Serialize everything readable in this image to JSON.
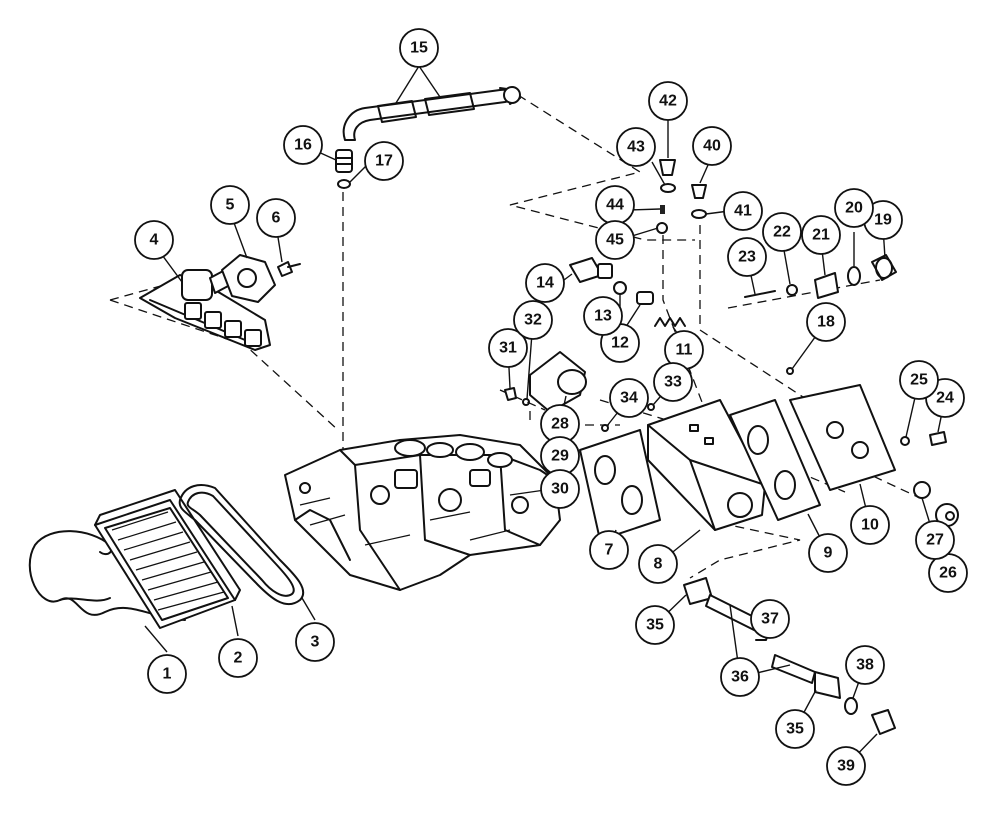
{
  "diagram": {
    "callouts": [
      {
        "id": "c1",
        "label": "1"
      },
      {
        "id": "c2",
        "label": "2"
      },
      {
        "id": "c3",
        "label": "3"
      },
      {
        "id": "c4",
        "label": "4"
      },
      {
        "id": "c5",
        "label": "5"
      },
      {
        "id": "c6",
        "label": "6"
      },
      {
        "id": "c7",
        "label": "7"
      },
      {
        "id": "c8",
        "label": "8"
      },
      {
        "id": "c9",
        "label": "9"
      },
      {
        "id": "c10",
        "label": "10"
      },
      {
        "id": "c11",
        "label": "11"
      },
      {
        "id": "c12",
        "label": "12"
      },
      {
        "id": "c13",
        "label": "13"
      },
      {
        "id": "c14",
        "label": "14"
      },
      {
        "id": "c15",
        "label": "15"
      },
      {
        "id": "c16",
        "label": "16"
      },
      {
        "id": "c17",
        "label": "17"
      },
      {
        "id": "c18",
        "label": "18"
      },
      {
        "id": "c19",
        "label": "19"
      },
      {
        "id": "c20",
        "label": "20"
      },
      {
        "id": "c21",
        "label": "21"
      },
      {
        "id": "c22",
        "label": "22"
      },
      {
        "id": "c23",
        "label": "23"
      },
      {
        "id": "c24",
        "label": "24"
      },
      {
        "id": "c25",
        "label": "25"
      },
      {
        "id": "c26",
        "label": "26"
      },
      {
        "id": "c27",
        "label": "27"
      },
      {
        "id": "c28",
        "label": "28"
      },
      {
        "id": "c29",
        "label": "29"
      },
      {
        "id": "c30",
        "label": "30"
      },
      {
        "id": "c31",
        "label": "31"
      },
      {
        "id": "c32",
        "label": "32"
      },
      {
        "id": "c33",
        "label": "33"
      },
      {
        "id": "c34",
        "label": "34"
      },
      {
        "id": "c35a",
        "label": "35"
      },
      {
        "id": "c35b",
        "label": "35"
      },
      {
        "id": "c36",
        "label": "36"
      },
      {
        "id": "c37",
        "label": "37"
      },
      {
        "id": "c38",
        "label": "38"
      },
      {
        "id": "c39",
        "label": "39"
      },
      {
        "id": "c40",
        "label": "40"
      },
      {
        "id": "c41",
        "label": "41"
      },
      {
        "id": "c42",
        "label": "42"
      },
      {
        "id": "c43",
        "label": "43"
      },
      {
        "id": "c44",
        "label": "44"
      },
      {
        "id": "c45",
        "label": "45"
      }
    ]
  }
}
